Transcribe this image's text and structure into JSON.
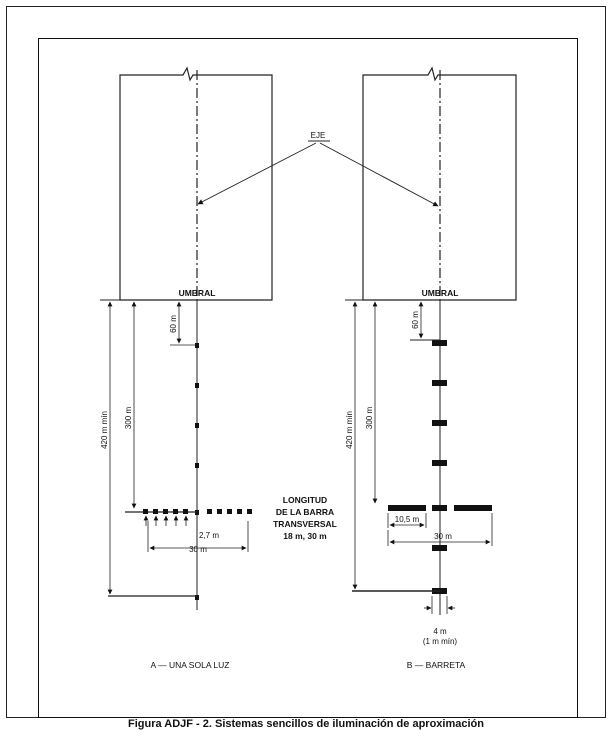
{
  "labels": {
    "eje": "EJE",
    "umbral_a": "UMBRAL",
    "umbral_b": "UMBRAL",
    "dim_a_60": "60 m",
    "dim_a_300": "300 m",
    "dim_a_420": "420 m mín",
    "dim_a_27": "2,7 m",
    "dim_a_30": "30 m",
    "crossbar_line1": "LONGITUD",
    "crossbar_line2": "DE LA BARRA",
    "crossbar_line3": "TRANSVERSAL",
    "crossbar_line4": "18 m, 30 m",
    "dim_b_60": "60 m",
    "dim_b_300": "300 m",
    "dim_b_420": "420 m mín",
    "dim_b_105": "10,5 m",
    "dim_b_30": "30 m",
    "dim_b_4m": "4 m",
    "dim_b_4m_min": "(1 m mín)",
    "panel_a": "A — UNA SOLA LUZ",
    "panel_b": "B — BARRETA"
  },
  "caption": "Figura ADJF - 2. Sistemas sencillos de iluminación de aproximación",
  "colors": {
    "ink": "#111111",
    "paper": "#ffffff"
  }
}
